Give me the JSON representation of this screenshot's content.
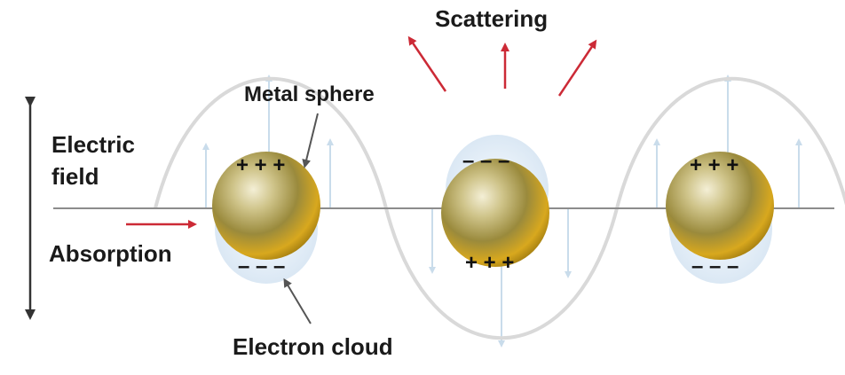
{
  "labels": {
    "scattering": "Scattering",
    "metal_sphere": "Metal sphere",
    "electric_field_line1": "Electric",
    "electric_field_line2": "field",
    "absorption": "Absorption",
    "electron_cloud": "Electron cloud"
  },
  "charges": {
    "positive": "+ + +",
    "negative": "– – –"
  },
  "colors": {
    "wave": "#d9d9d9",
    "field_vectors": "#c9dceb",
    "axis": "#8c8c8c",
    "arrow_red": "#cc2a36",
    "sphere_gold": "#c9a227",
    "cloud": "#e3eef8",
    "text": "#1a1a1a"
  }
}
